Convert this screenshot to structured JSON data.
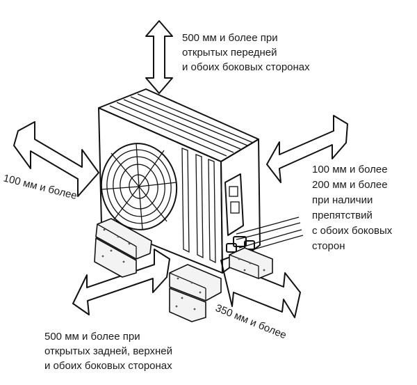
{
  "labels": {
    "top": [
      "500 мм  и более при",
      "открытых передней",
      "и обоих боковых сторонах"
    ],
    "left": "100 мм и более",
    "right": [
      "100 мм и более",
      "200 мм и более",
      "при наличии",
      "препятствий",
      "с обоих боковых",
      "сторон"
    ],
    "front_right": "350 мм и более",
    "bottom": [
      "500 мм  и более при",
      "открытых задней, верхней",
      "и обоих боковых сторонах"
    ]
  }
}
